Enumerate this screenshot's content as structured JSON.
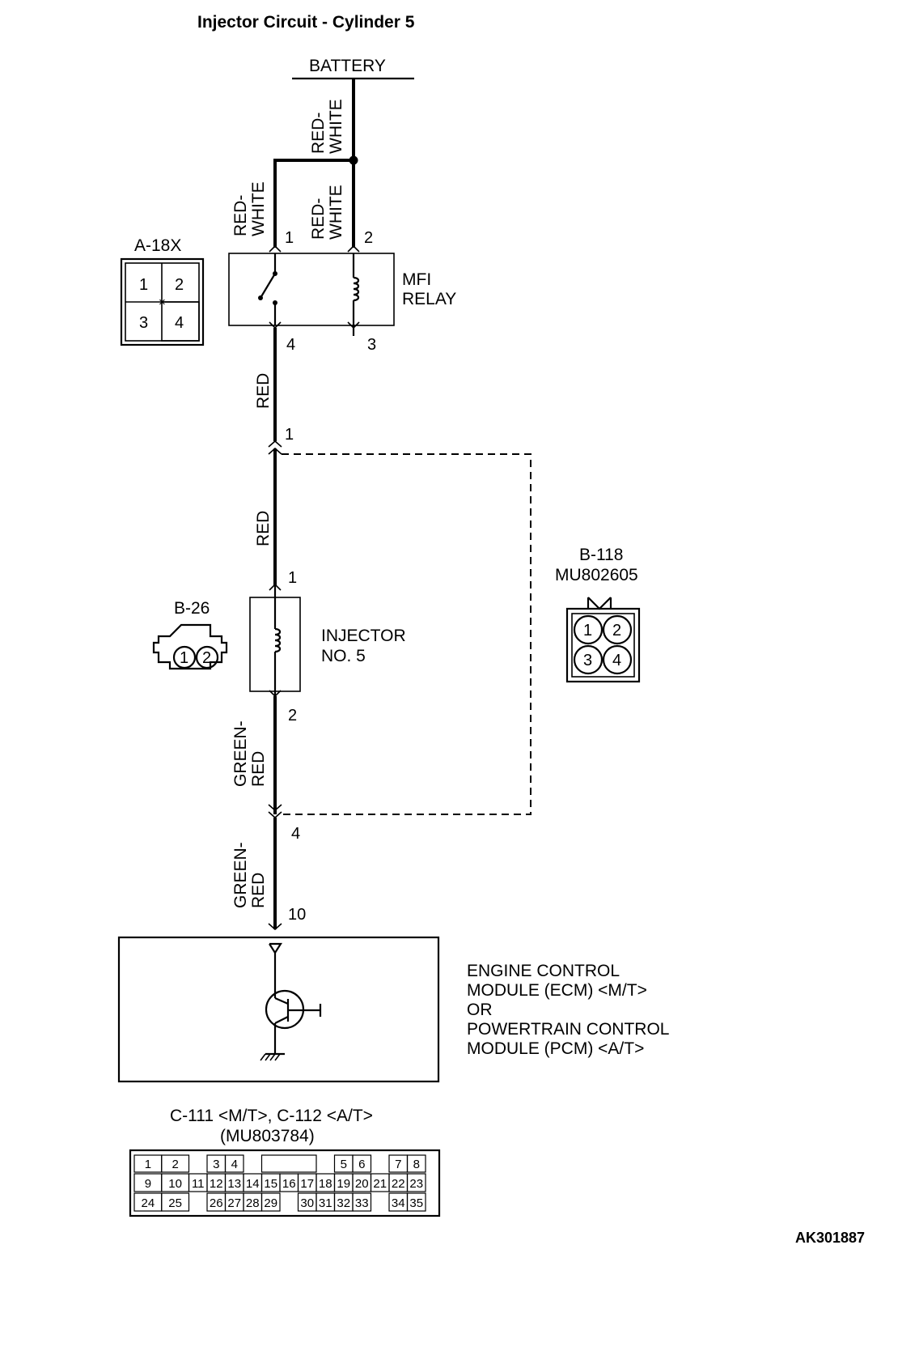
{
  "title": "Injector Circuit - Cylinder 5",
  "figure_code": "AK301887",
  "battery_label": "BATTERY",
  "wire_colors": {
    "battery_feed": [
      "RED-",
      "WHITE"
    ],
    "relay_pin1": [
      "RED-",
      "WHITE"
    ],
    "relay_pin2": [
      "RED-",
      "WHITE"
    ],
    "relay_to_junction": "RED",
    "junction_to_injector": "RED",
    "injector_to_junction": [
      "GREEN-",
      "RED"
    ],
    "junction_to_ecm": [
      "GREEN-",
      "RED"
    ]
  },
  "relay": {
    "name": [
      "MFI",
      "RELAY"
    ],
    "pins": {
      "p1": "1",
      "p2": "2",
      "p3": "3",
      "p4": "4"
    }
  },
  "connector_a18x": {
    "id": "A-18X",
    "pins": [
      "1",
      "2",
      "3",
      "4"
    ]
  },
  "junction": {
    "pin_top": "1",
    "pin_bottom": "4"
  },
  "connector_b118": {
    "id": "B-118",
    "part": "MU802605",
    "pins": [
      "1",
      "2",
      "3",
      "4"
    ]
  },
  "injector": {
    "name": [
      "INJECTOR",
      "NO. 5"
    ],
    "pin_in": "1",
    "pin_out": "2"
  },
  "connector_b26": {
    "id": "B-26",
    "pins": [
      "1",
      "2"
    ]
  },
  "ecm": {
    "pin": "10",
    "label_lines": [
      "ENGINE CONTROL",
      "MODULE (ECM) <M/T>",
      "OR",
      "POWERTRAIN CONTROL",
      "MODULE (PCM) <A/T>"
    ]
  },
  "connector_c111": {
    "title": "C-111 <M/T>, C-112 <A/T>",
    "part": "(MU803784)",
    "row1": [
      "1",
      "2",
      "",
      "3",
      "4",
      "",
      "",
      "",
      "5",
      "6",
      "",
      "7",
      "8"
    ],
    "row2": [
      "9",
      "10",
      "11",
      "12",
      "13",
      "14",
      "15",
      "16",
      "17",
      "18",
      "19",
      "20",
      "21",
      "22",
      "23"
    ],
    "row3": [
      "24",
      "25",
      "",
      "26",
      "27",
      "28",
      "29",
      "",
      "30",
      "31",
      "32",
      "33",
      "",
      "34",
      "35"
    ]
  }
}
